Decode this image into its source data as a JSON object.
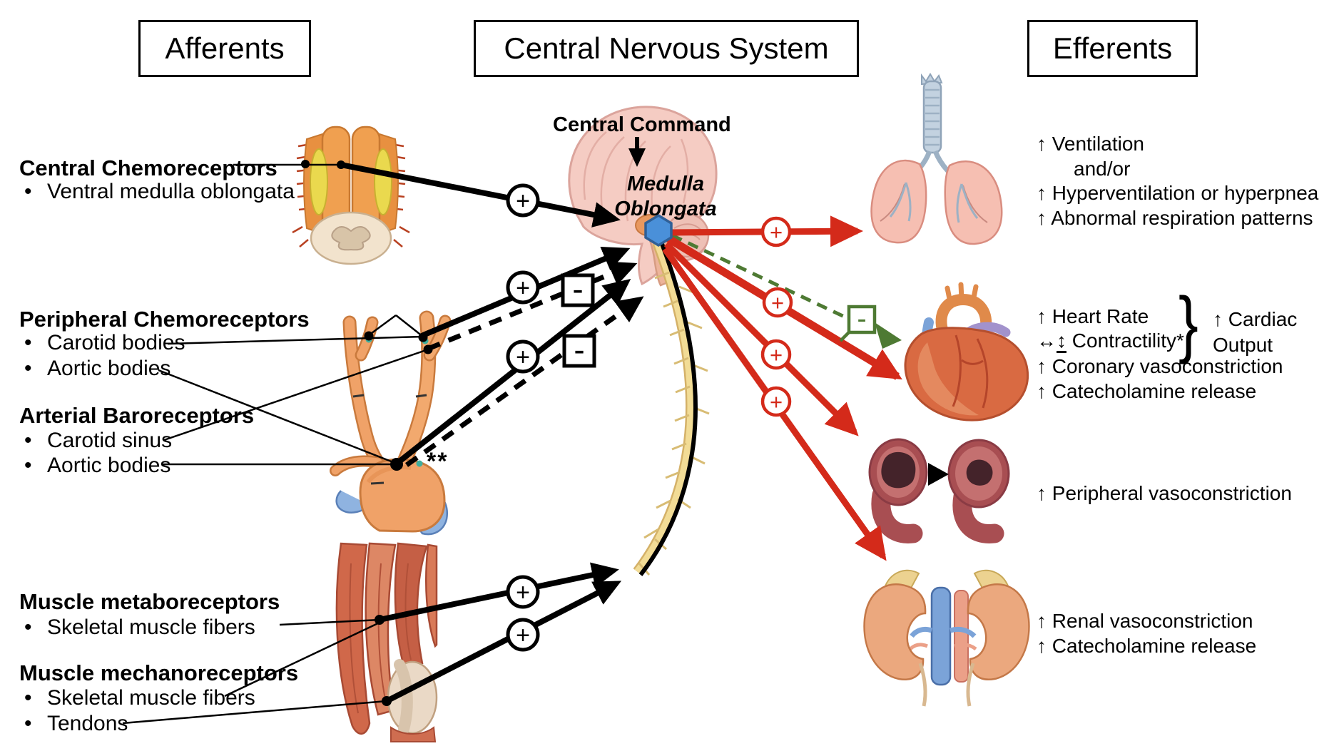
{
  "headers": {
    "left": "Afferents",
    "center": "Central Nervous System",
    "right": "Efferents"
  },
  "symbols": {
    "plus": "+",
    "minus": "-",
    "bullet": "•",
    "double_asterisk": "**",
    "brace": "}"
  },
  "cns": {
    "central_command": "Central Command",
    "medulla_line1": "Medulla",
    "medulla_line2": "Oblongata"
  },
  "afferent_groups": [
    {
      "title": "Central Chemoreceptors",
      "items": [
        "Ventral medulla oblongata"
      ]
    },
    {
      "title": "Peripheral Chemoreceptors",
      "items": [
        "Carotid bodies",
        "Aortic bodies"
      ]
    },
    {
      "title": "Arterial Baroreceptors",
      "items": [
        "Carotid sinus",
        "Aortic bodies"
      ]
    },
    {
      "title": "Muscle metaboreceptors",
      "items": [
        "Skeletal muscle fibers"
      ]
    },
    {
      "title": "Muscle mechanoreceptors",
      "items": [
        "Skeletal muscle fibers",
        "Tendons"
      ]
    }
  ],
  "efferent_effects": {
    "lungs": [
      "↑ Ventilation",
      "and/or",
      "↑ Hyperventilation or hyperpnea",
      "↑ Abnormal respiration patterns"
    ],
    "heart": {
      "line1": "↑ Heart Rate",
      "contractility_leftright": "↔",
      "contractility_updown": "↕",
      "contractility_label": " Contractility*",
      "cardiac_label": "↑ Cardiac",
      "output_label": "Output",
      "line3": "↑ Coronary vasoconstriction",
      "line4": "↑ Catecholamine release"
    },
    "vessels": [
      "↑ Peripheral vasoconstriction"
    ],
    "kidneys": [
      "↑ Renal vasoconstriction",
      "↑ Catecholamine release"
    ]
  },
  "colors": {
    "efferent_red": "#d42a1a",
    "inhibit_green": "#4e7a33",
    "hexagon_blue": "#4a90d9",
    "line_black": "#000000"
  }
}
